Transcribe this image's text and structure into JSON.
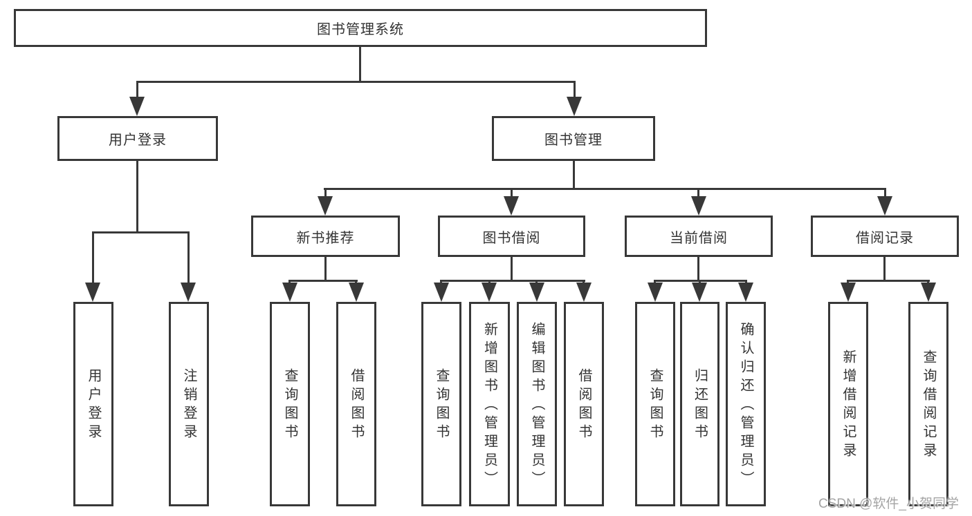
{
  "diagram_type": "hierarchy-tree",
  "colors": {
    "line": "#383838",
    "box_border": "#383838",
    "box_fill": "#ffffff",
    "text": "#333333",
    "watermark": "#949494"
  },
  "tree": {
    "label": "图书管理系统",
    "children": [
      {
        "label": "用户登录",
        "children": [
          {
            "label": "用户登录"
          },
          {
            "label": "注销登录"
          }
        ]
      },
      {
        "label": "图书管理",
        "children": [
          {
            "label": "新书推荐",
            "children": [
              {
                "label": "查询图书"
              },
              {
                "label": "借阅图书"
              }
            ]
          },
          {
            "label": "图书借阅",
            "children": [
              {
                "label": "查询图书"
              },
              {
                "label": "新增图书（管理员）"
              },
              {
                "label": "编辑图书（管理员）"
              },
              {
                "label": "借阅图书"
              }
            ]
          },
          {
            "label": "当前借阅",
            "children": [
              {
                "label": "查询图书"
              },
              {
                "label": "归还图书"
              },
              {
                "label": "确认归还（管理员）"
              }
            ]
          },
          {
            "label": "借阅记录",
            "children": [
              {
                "label": "新增借阅记录"
              },
              {
                "label": "查询借阅记录"
              }
            ]
          }
        ]
      }
    ]
  },
  "watermark": "CSDN @软件_小贺同学"
}
